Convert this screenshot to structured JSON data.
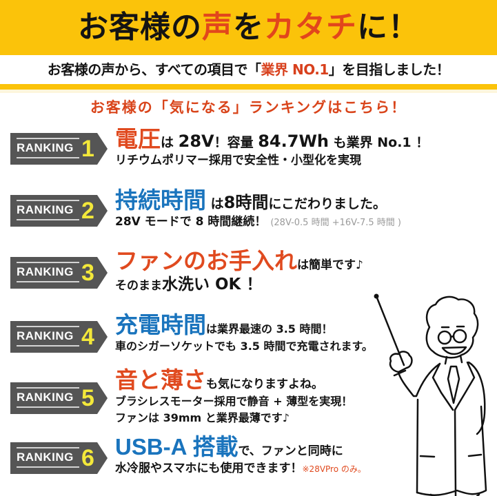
{
  "banner": {
    "title_parts": [
      "お客様の",
      "声",
      "を",
      "カタチ",
      "に！"
    ],
    "background_color": "#fbc30a",
    "accent_color": "#e2461c"
  },
  "subtitle": {
    "parts": [
      "お客様の声から、すべての項目で「",
      "業界 NO.1",
      "」を目指しました！"
    ]
  },
  "ranking_heading": "お客様の「気になる」ランキングはこちら！",
  "badge_label": "RANKING",
  "rankings": [
    {
      "rank": "1",
      "headline": {
        "key": "電圧",
        "rest_a": "は ",
        "value_a": "28V",
        "rest_b": "！容量 ",
        "value_b": "84.7Wh",
        "rest_c": " も業界 No.1 ！"
      },
      "detail": "リチウムポリマー採用で安全性・小型化を実現"
    },
    {
      "rank": "2",
      "headline": {
        "key": "持続時間",
        "rest_a": " は",
        "value_a": "8時間",
        "rest_b": "にこだわりました。"
      },
      "detail": "28V モードで 8 時間継続！",
      "note": "(28V-0.5 時間 +16V-7.5 時間 )"
    },
    {
      "rank": "3",
      "headline": {
        "key": "ファンのお手入れ",
        "rest_a": "は簡単です♪"
      },
      "detail_a": "そのまま",
      "detail_b": "水洗い OK ！"
    },
    {
      "rank": "4",
      "headline": {
        "key": "充電時間",
        "rest_a": "は業界最速の 3.5 時間！"
      },
      "detail": "車のシガーソケットでも 3.5 時間で充電されます。"
    },
    {
      "rank": "5",
      "headline": {
        "key": "音と薄さ",
        "rest_a": "も気になりますよね。"
      },
      "detail": "ブラシレスモーター採用で静音 + 薄型を実現！",
      "detail_2": "ファンは 39mm と業界最薄です♪"
    },
    {
      "rank": "6",
      "headline": {
        "key": "USB-A 搭載",
        "rest_a": "で、ファンと同時に"
      },
      "detail": "水冷服やスマホにも使用できます！",
      "note": "※28VPro のみ。"
    }
  ],
  "colors": {
    "red": "#e04a1f",
    "blue": "#1a74bd",
    "badge_gray": "#555555",
    "badge_digit": "#f3e83a"
  }
}
